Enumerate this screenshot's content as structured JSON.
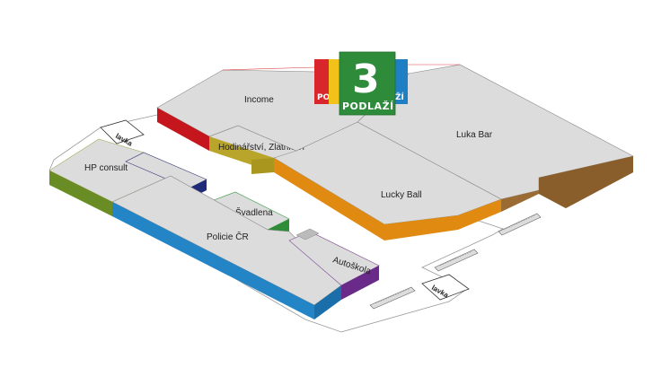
{
  "floor_badge": {
    "number": "3",
    "word": "PODLAŽÍ",
    "tab_left_text": "PO",
    "tab_right_text": "ŽÍ",
    "colors": {
      "active": "#2e8b3a",
      "red": "#d9262c",
      "yellow": "#f2c21b",
      "blue": "#1e7fc4"
    }
  },
  "units": [
    {
      "id": "income",
      "label": "Income",
      "color": "#c4161c"
    },
    {
      "id": "hodinarstvi",
      "label": "Hodinářství, Zlatnictví",
      "color": "#b9a52a"
    },
    {
      "id": "lucky-ball",
      "label": "Lucky Ball",
      "color": "#e08a12"
    },
    {
      "id": "luka-bar",
      "label": "Luka Bar",
      "color": "#9a6b32"
    },
    {
      "id": "hp-consult",
      "label": "HP consult",
      "color": "#6a8c24"
    },
    {
      "id": "svadlena",
      "label": "Švadlena",
      "color": "#2f8d3a"
    },
    {
      "id": "policie",
      "label": "Policie ČR",
      "color": "#2384c6"
    },
    {
      "id": "autoskola",
      "label": "Autoškola",
      "color": "#6a2a8a"
    }
  ],
  "benches": [
    {
      "label": "lavka"
    },
    {
      "label": "lavka"
    }
  ]
}
